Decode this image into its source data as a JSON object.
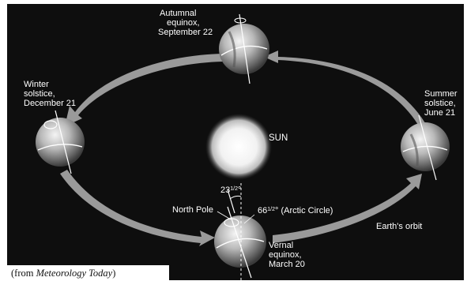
{
  "diagram": {
    "sun_label": "SUN",
    "earth_positions": [
      {
        "id": "autumnal",
        "label_lines": [
          "Autumnal",
          "equinox,",
          "September 22"
        ]
      },
      {
        "id": "winter",
        "label_lines": [
          "Winter",
          "solstice,",
          "December 21"
        ]
      },
      {
        "id": "summer",
        "label_lines": [
          "Summer",
          "solstice,",
          "June 21"
        ]
      },
      {
        "id": "vernal",
        "label_lines": [
          "Vernal",
          "equinox,",
          "March 20"
        ]
      }
    ],
    "tilt_angle": {
      "whole": "23",
      "fraction": "1/2",
      "degree": "°"
    },
    "north_pole_label": "North Pole",
    "arctic_circle": {
      "whole": "66",
      "fraction": "1/2",
      "suffix": "° (Arctic Circle)"
    },
    "orbit_label": "Earth's orbit",
    "credit": {
      "prefix": "(from ",
      "title": "Meteorology Today",
      "suffix": ")"
    }
  },
  "colors": {
    "background": "#0e0e0e",
    "arrow": "#9a9a9a",
    "label": "#ffffff"
  }
}
